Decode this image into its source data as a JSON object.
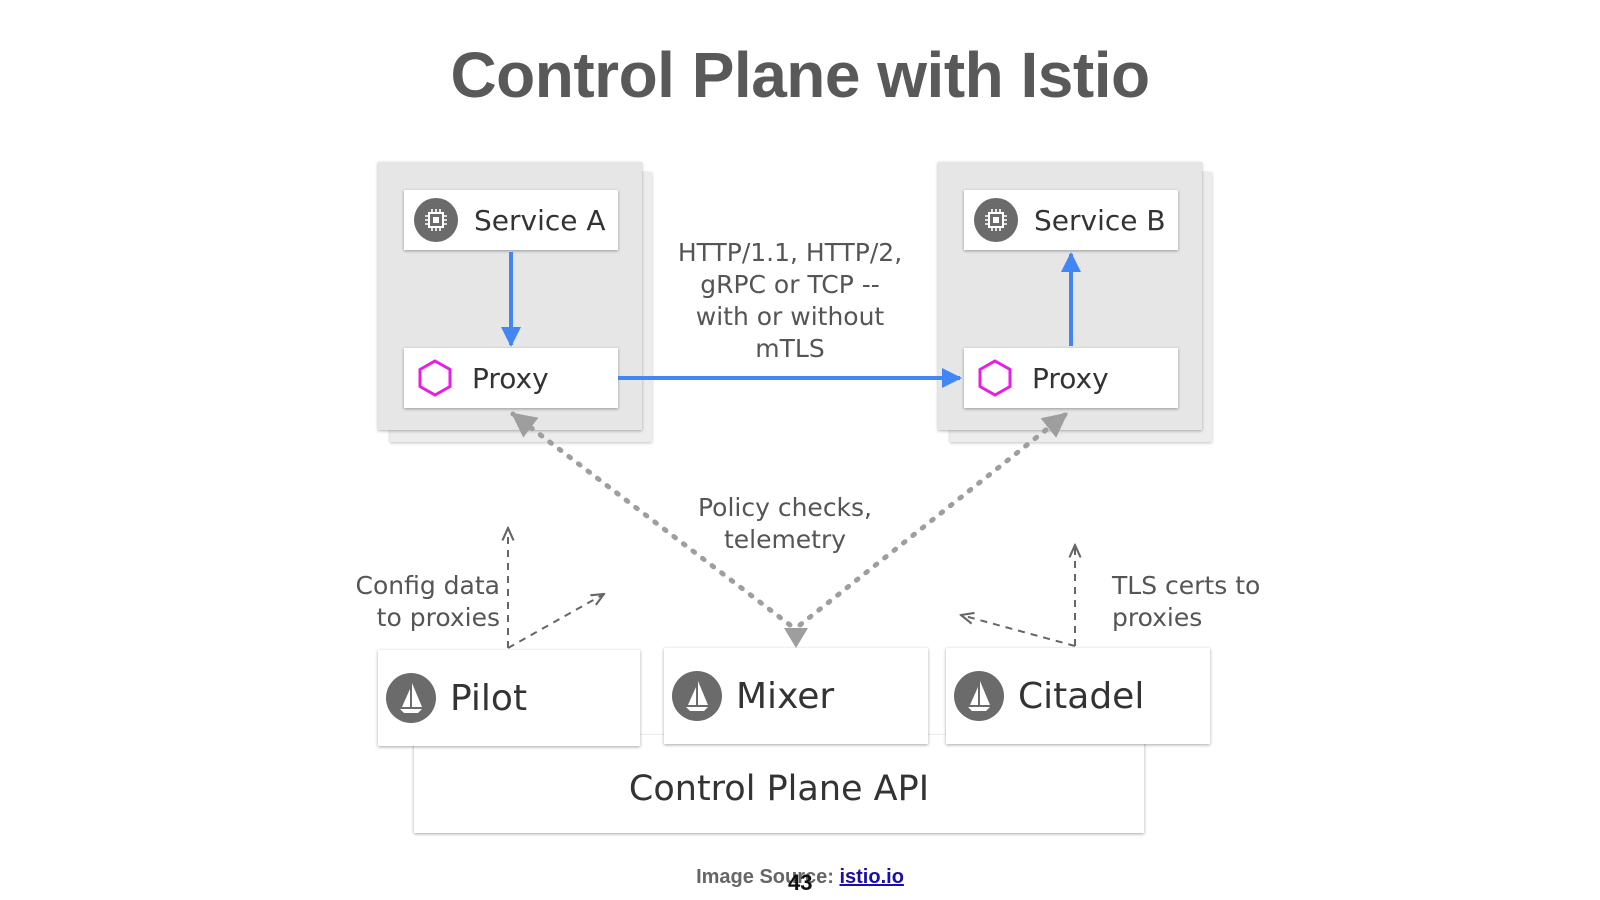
{
  "title": "Control Plane with Istio",
  "service_a": {
    "label": "Service A",
    "icon": "chip-icon"
  },
  "proxy_a": {
    "label": "Proxy",
    "icon": "hexagon-icon"
  },
  "service_b": {
    "label": "Service B",
    "icon": "chip-icon"
  },
  "proxy_b": {
    "label": "Proxy",
    "icon": "hexagon-icon"
  },
  "protocol_note": [
    "HTTP/1.1, HTTP/2,",
    "gRPC or TCP --",
    "with or without",
    "mTLS"
  ],
  "policy_note": [
    "Policy checks,",
    "telemetry"
  ],
  "config_note": [
    "Config data",
    "to proxies"
  ],
  "tls_note": [
    "TLS certs to",
    "proxies"
  ],
  "components": [
    {
      "label": "Pilot",
      "icon": "istio-sail-icon"
    },
    {
      "label": "Mixer",
      "icon": "istio-sail-icon"
    },
    {
      "label": "Citadel",
      "icon": "istio-sail-icon"
    }
  ],
  "api_label": "Control Plane API",
  "footer": {
    "prefix": "Image Source: ",
    "link": "istio.io"
  },
  "page_number": "43",
  "colors": {
    "arrow_blue": "#4285f4",
    "proxy_magenta": "#e91ee6",
    "icon_gray": "#6b6b6b",
    "dotted_gray": "#9e9e9e",
    "dashed_gray": "#666666"
  }
}
